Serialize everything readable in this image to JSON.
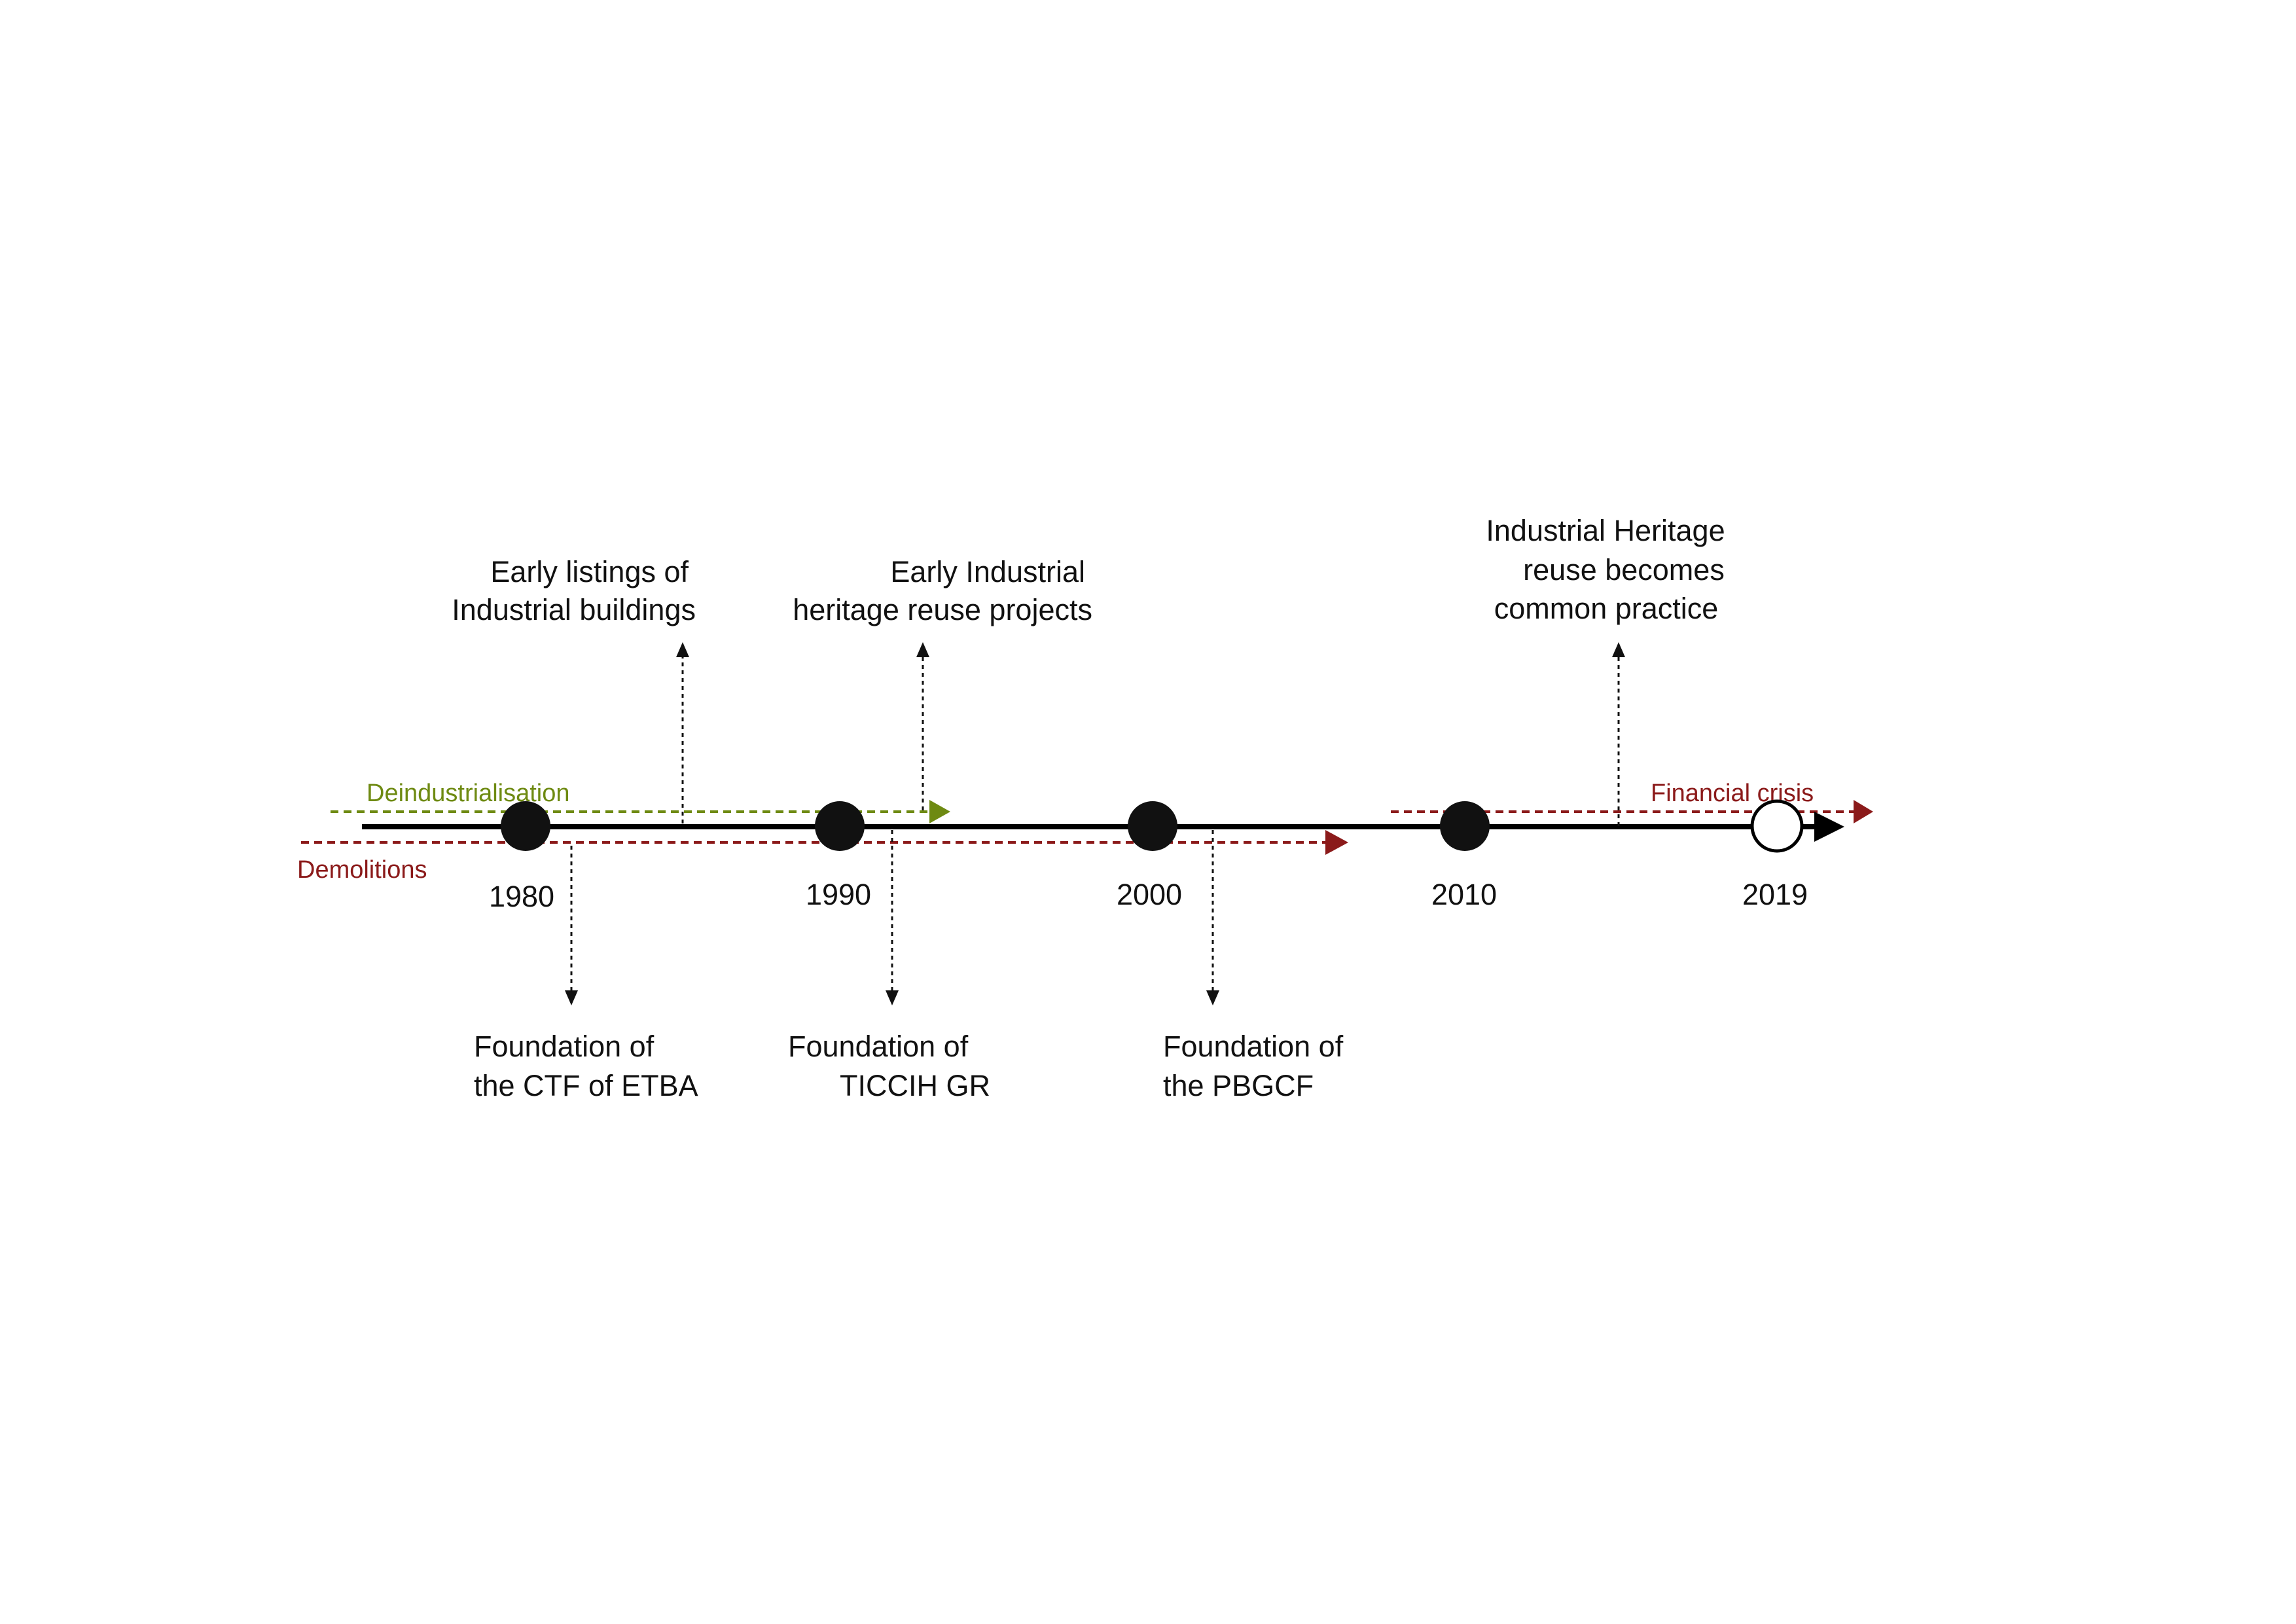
{
  "timeline": {
    "colors": {
      "axis": "#000000",
      "deindustrialisation": "#6e8a12",
      "demolitions": "#8b1a1a",
      "financial_crisis": "#8b1a1a",
      "milestone_fill": "#111111",
      "current_fill": "#ffffff"
    },
    "years": [
      {
        "label": "1980",
        "state": "past"
      },
      {
        "label": "1990",
        "state": "past"
      },
      {
        "label": "2000",
        "state": "past"
      },
      {
        "label": "2010",
        "state": "past"
      },
      {
        "label": "2019",
        "state": "current"
      }
    ],
    "flows": {
      "deindustrialisation": "Deindustrialisation",
      "demolitions": "Demolitions",
      "financial_crisis": "Financial crisis"
    },
    "events_above": {
      "listings": [
        "Early listings of",
        "Industrial buildings"
      ],
      "reuse_projects": [
        "Early Industrial",
        "heritage reuse projects"
      ],
      "common_practice": [
        "Industrial Heritage",
        "reuse becomes",
        "common practice"
      ]
    },
    "events_below": {
      "ctf": [
        "Foundation of",
        "the CTF of ETBA"
      ],
      "ticcih": [
        "Foundation of",
        "TICCIH GR"
      ],
      "pbgcf": [
        "Foundation of",
        "the PBGCF"
      ]
    }
  }
}
